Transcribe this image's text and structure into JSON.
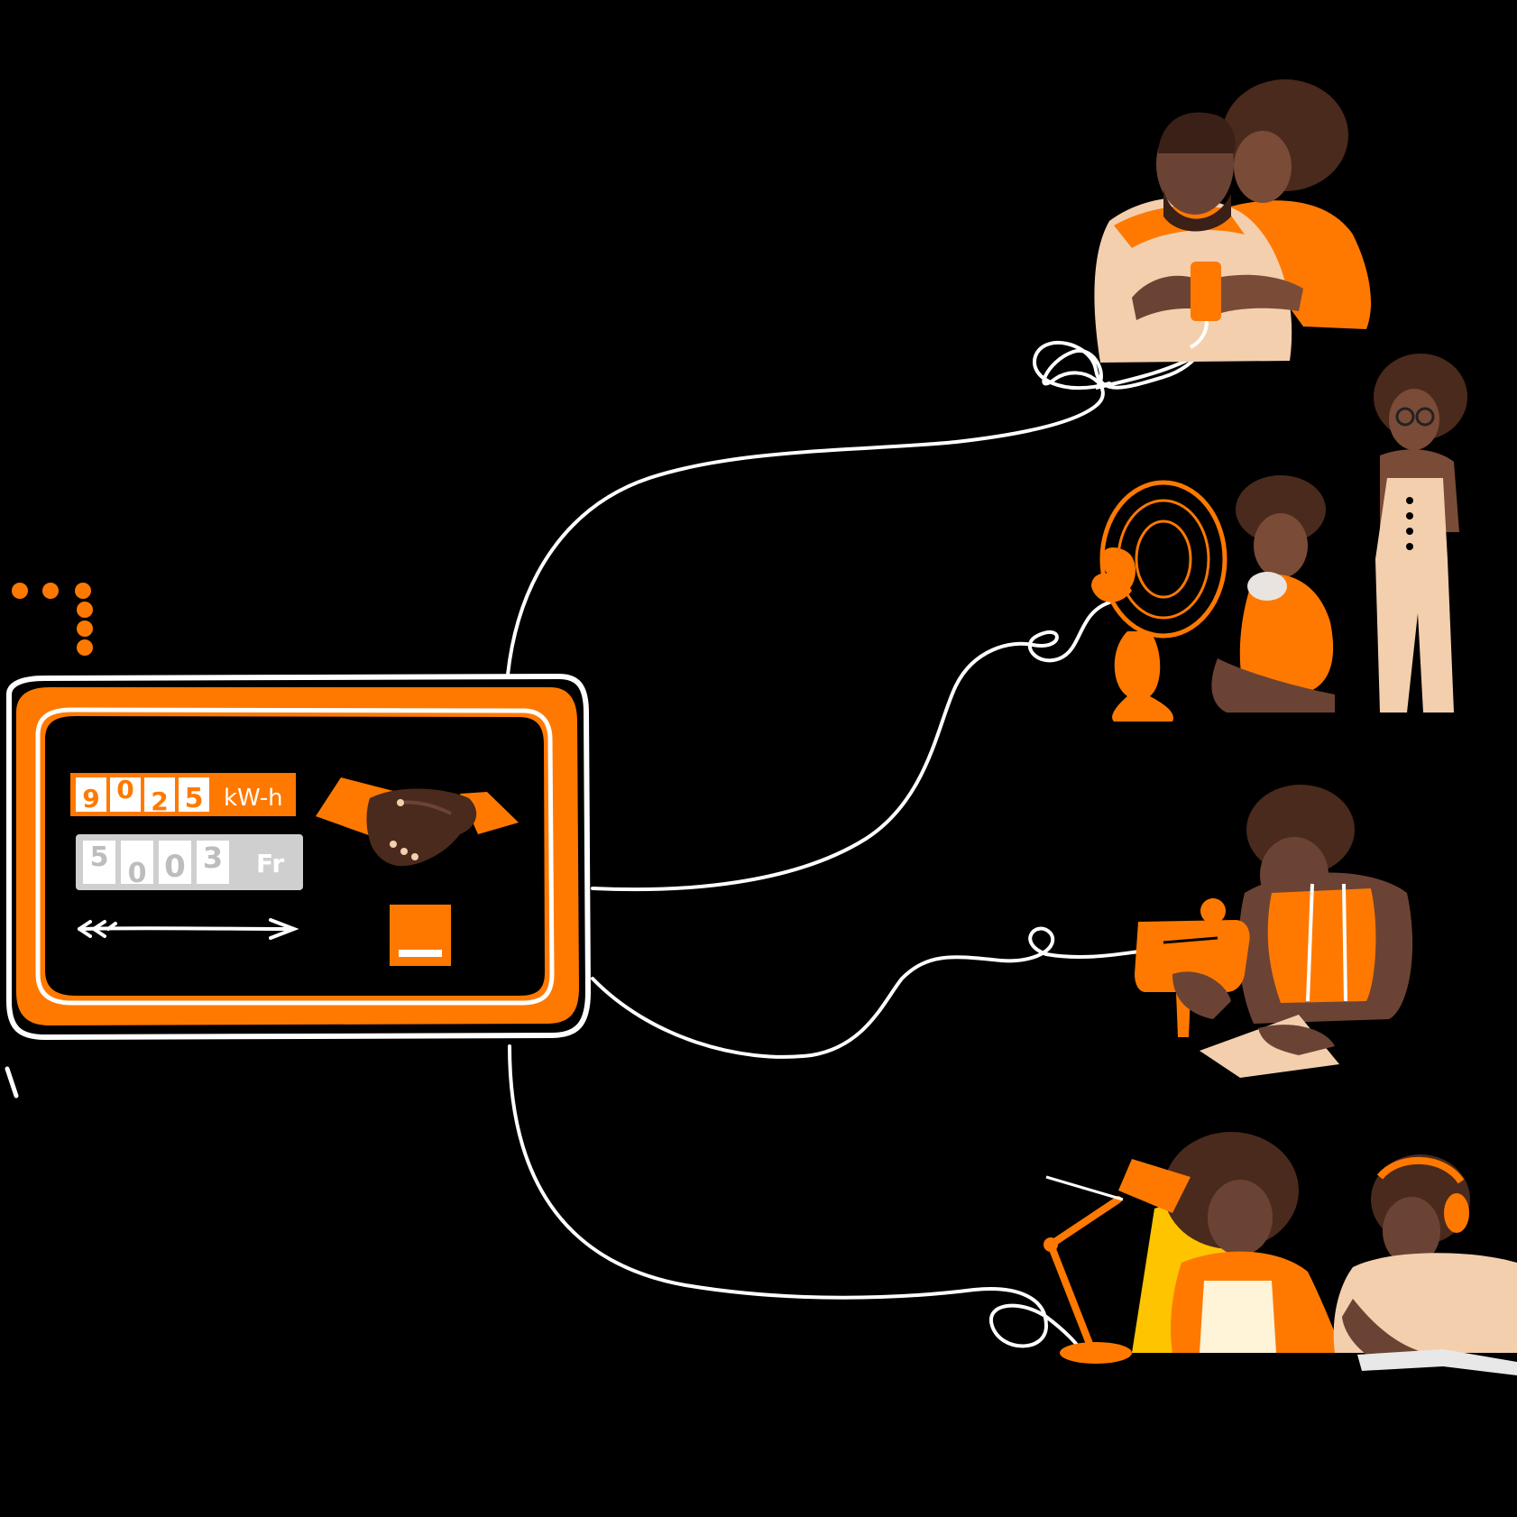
{
  "colors": {
    "background": "#000000",
    "brand_orange": "#ff7900",
    "line_white": "#ffffff",
    "display_grey": "#cfcfcf",
    "skin_dark": "#6b4334",
    "skin_mid": "#7a4b37",
    "hair": "#4a2a1c",
    "cream": "#f3cfae",
    "lamp_light": "#ffc400"
  },
  "meter": {
    "energy_digits": [
      "9",
      "0",
      "2",
      "5"
    ],
    "energy_unit": "kW-h",
    "money_digits": [
      "5",
      "0",
      "0",
      "3"
    ],
    "money_unit": "Fr"
  },
  "icons": {
    "indicator_dots": "dots-icon",
    "handshake": "handshake-icon",
    "arrow": "arrow-right-icon",
    "brand_logo": "orange-square-logo"
  },
  "scenes": [
    {
      "name": "couple-with-phone",
      "device": "smartphone-icon"
    },
    {
      "name": "children-with-fan",
      "device": "fan-icon"
    },
    {
      "name": "tailor-with-sewing-machine",
      "device": "sewing-machine-icon"
    },
    {
      "name": "students-with-desk-lamp",
      "device": "desk-lamp-icon"
    }
  ]
}
